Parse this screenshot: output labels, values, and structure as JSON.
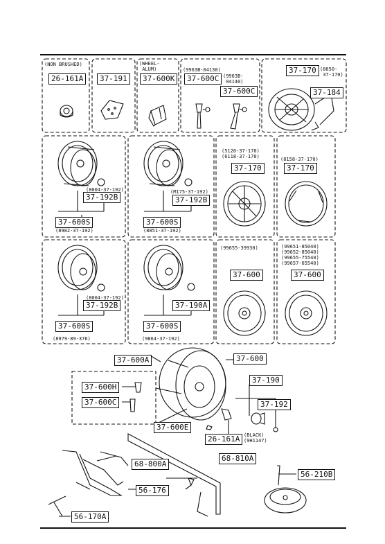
{
  "colors": {
    "ink": "#111111",
    "paper": "#ffffff"
  },
  "parts": {
    "p26_161A_top": "26-161A",
    "p37_191": "37-191",
    "p37_600K": "37-600K",
    "p37_600C_a": "37-600C",
    "p37_600C_b": "37-600C",
    "p37_170_top": "37-170",
    "p37_184": "37-184",
    "p37_192B_1": "37-192B",
    "p37_600S_1": "37-600S",
    "p37_192B_2": "37-192B",
    "p37_600S_2": "37-600S",
    "p37_170_r2a": "37-170",
    "p37_170_r2b": "37-170",
    "p37_192B_3": "37-192B",
    "p37_600S_3": "37-600S",
    "p37_190A": "37-190A",
    "p37_600S_4": "37-600S",
    "p37_600_r3a": "37-600",
    "p37_600_r3b": "37-600",
    "p37_600A": "37-600A",
    "p37_600_main": "37-600",
    "p37_600H": "37-600H",
    "p37_600C_low": "37-600C",
    "p37_190": "37-190",
    "p37_192": "37-192",
    "p37_600E": "37-600E",
    "p26_161A_low": "26-161A",
    "p68_800A": "68-800A",
    "p68_810A": "68-810A",
    "p56_176": "56-176",
    "p56_210B": "56-210B",
    "p56_170A": "56-170A"
  },
  "notes": {
    "non_brushed": "(NON BRUSHED)",
    "wheel_alum": "(WHEEL-\n ALUM)",
    "n9963B": "(9963B-04130)",
    "n9963B_b": "(9963B-\n 04140)",
    "n8050": "(8050-\n 37-170)",
    "n5120": "(5120-37-170)\n(6118-37-170)",
    "n8158": "(8158-37-170)",
    "n8004_1": "(8004-37-192)",
    "n8982": "(8982-37-192)",
    "nM175": "(M175-37-192)",
    "n8851": "(8851-37-192)",
    "n99655": "(99655-39930)",
    "n99651": "(99651-85040)\n(99652-85040)\n(99655-75540)\n(99657-65540)",
    "n8004_2": "(8004-37-192)",
    "n8979": "(8979-89-376)",
    "n9864": "(9864-37-192)",
    "black": "(BLACK)\n(9H1147)"
  }
}
